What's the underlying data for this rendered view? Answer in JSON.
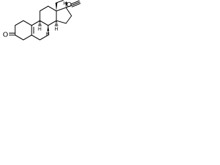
{
  "molecule": {
    "type": "chemical-structure",
    "atom_labels": {
      "ketone_oxygen": "O",
      "hydroxyl_oxygen": "O",
      "hydroxyl_hydrogen": "H",
      "stereo_h_8": "H",
      "stereo_h_9": "H",
      "stereo_h_14": "H"
    },
    "colors": {
      "bond": "#000000",
      "background": "#ffffff"
    }
  }
}
